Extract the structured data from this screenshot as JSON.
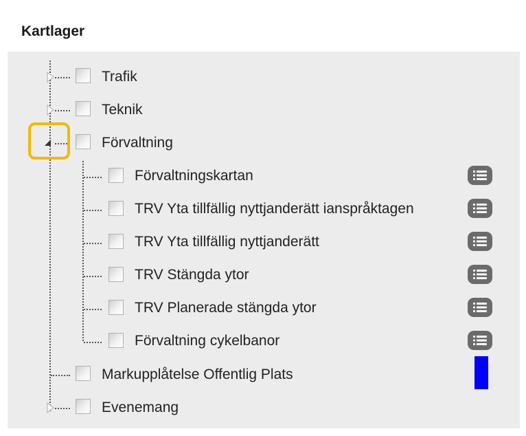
{
  "panel": {
    "title": "Kartlager"
  },
  "layers": [
    {
      "label": "Trafik",
      "toggle": "collapsed"
    },
    {
      "label": "Teknik",
      "toggle": "collapsed"
    },
    {
      "label": "Förvaltning",
      "toggle": "expanded"
    },
    {
      "label": "Markupplåtelse Offentlig Plats",
      "legend_color": "#0000ff"
    },
    {
      "label": "Evenemang",
      "toggle": "collapsed"
    }
  ],
  "sublayers": [
    {
      "label": "Förvaltningskartan",
      "legend_icon": "list-icon"
    },
    {
      "label": "TRV Yta tillfällig nyttjanderätt ianspråktagen",
      "legend_icon": "list-icon"
    },
    {
      "label": "TRV Yta tillfällig nyttjanderätt",
      "legend_icon": "list-icon"
    },
    {
      "label": "TRV Stängda ytor",
      "legend_icon": "list-icon"
    },
    {
      "label": "TRV Planerade stängda ytor",
      "legend_icon": "list-icon"
    },
    {
      "label": "Förvaltning cykelbanor",
      "legend_icon": "list-icon"
    }
  ],
  "colors": {
    "highlight": "#f5b800",
    "legend_button": "#6b6b6b",
    "swatch": "#0000ff"
  }
}
